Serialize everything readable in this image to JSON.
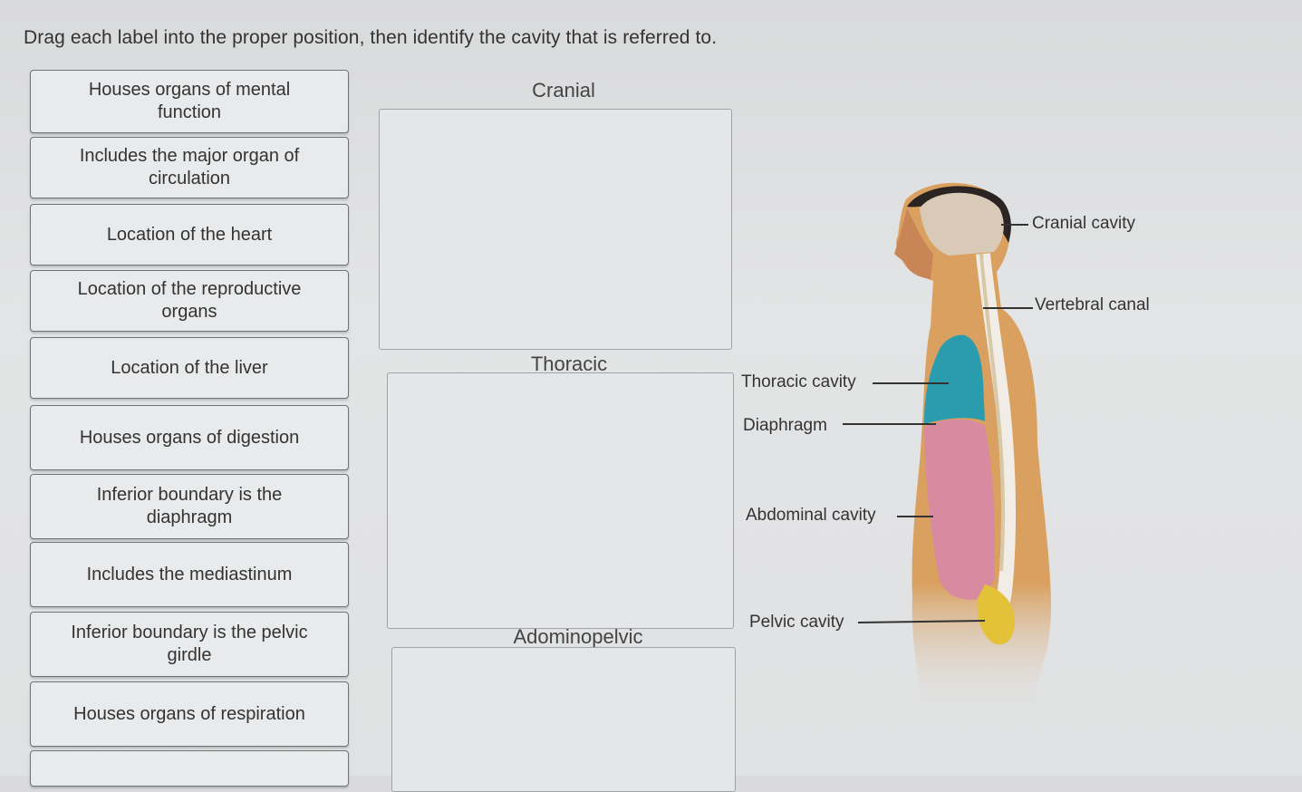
{
  "instruction": "Drag each label into the proper position, then identify the cavity that is referred to.",
  "labels": [
    {
      "line1": "Houses organs of mental",
      "line2": "function"
    },
    {
      "line1": "Includes the major organ of",
      "line2": "circulation"
    },
    {
      "line1": "Location of the heart",
      "line2": ""
    },
    {
      "line1": "Location of the reproductive",
      "line2": "organs"
    },
    {
      "line1": "Location of the liver",
      "line2": ""
    },
    {
      "line1": "Houses organs of digestion",
      "line2": ""
    },
    {
      "line1": "Inferior boundary is the",
      "line2": "diaphragm"
    },
    {
      "line1": "Includes the mediastinum",
      "line2": ""
    },
    {
      "line1": "Inferior boundary is the pelvic",
      "line2": "girdle"
    },
    {
      "line1": "Houses organs of respiration",
      "line2": ""
    }
  ],
  "zones": [
    {
      "title": "Cranial"
    },
    {
      "title": "Thoracic"
    },
    {
      "title": "Adominopelvic"
    }
  ],
  "figure": {
    "cranial_cavity": "Cranial cavity",
    "vertebral_canal": "Vertebral canal",
    "thoracic_cavity": "Thoracic cavity",
    "diaphragm": "Diaphragm",
    "abdominal_cavity": "Abdominal cavity",
    "pelvic_cavity": "Pelvic cavity"
  },
  "colors": {
    "thoracic": "#2a9cae",
    "abdominal": "#d88aa0",
    "pelvic": "#e3c23a",
    "brain": "#d9cab8",
    "skin": "#c98a5a"
  }
}
